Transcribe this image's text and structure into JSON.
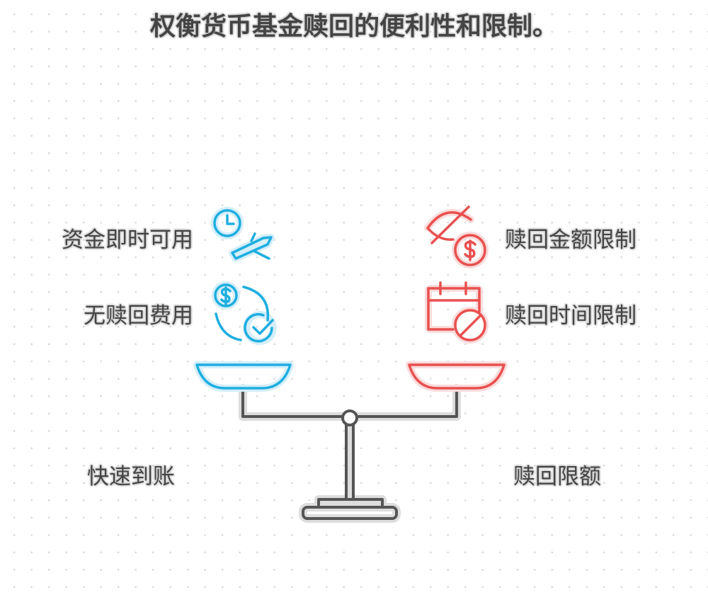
{
  "title": "权衡货币基金赎回的便利性和限制。",
  "left": {
    "items": [
      {
        "label": "资金即时可用",
        "icon": "clock-airplane-icon"
      },
      {
        "label": "无赎回费用",
        "icon": "dollar-cycle-check-icon"
      }
    ],
    "summary": "快速到账",
    "color": "#1eaee0"
  },
  "right": {
    "items": [
      {
        "label": "赎回金额限制",
        "icon": "hidden-dollar-icon"
      },
      {
        "label": "赎回时间限制",
        "icon": "calendar-blocked-icon"
      }
    ],
    "summary": "赎回限额",
    "color": "#e8504f"
  }
}
